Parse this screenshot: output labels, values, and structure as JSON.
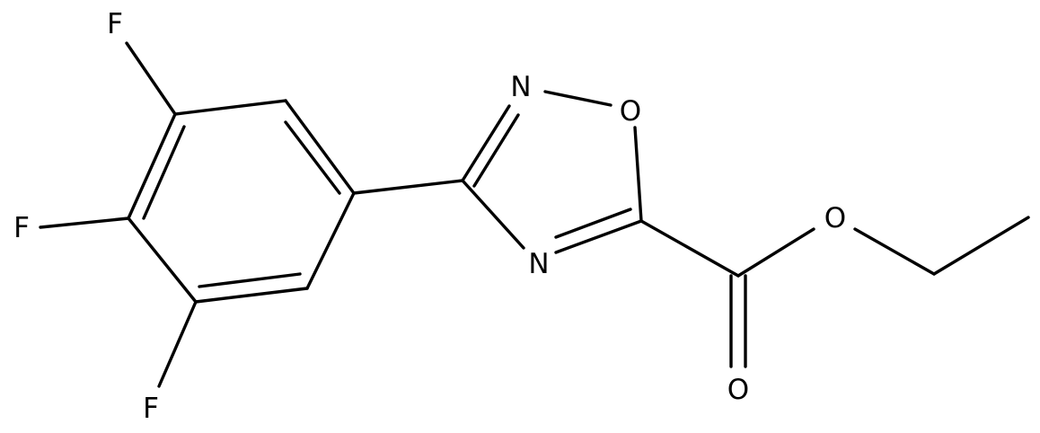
{
  "molecule": {
    "atoms": {
      "F_top": "F",
      "F_mid": "F",
      "F_bot": "F",
      "N2": "N",
      "O1": "O",
      "N4": "N",
      "O_ester": "O",
      "O_carbonyl": "O"
    }
  }
}
